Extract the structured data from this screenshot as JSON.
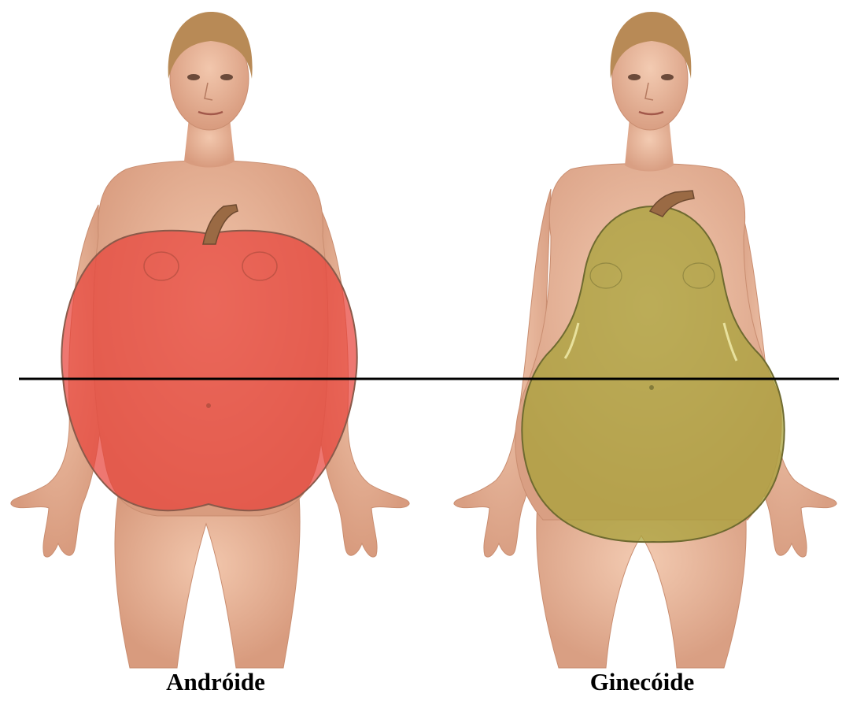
{
  "figures": [
    {
      "id": "android",
      "label": "Andróide",
      "shape": "apple",
      "overlay_color": "#e8433a",
      "stem_color": "#9a6a44"
    },
    {
      "id": "gynoid",
      "label": "Ginecóide",
      "shape": "pear",
      "overlay_color": "#a8a23a",
      "stem_color": "#9a6a44"
    }
  ],
  "colors": {
    "skin": "#eab79b",
    "skin_shadow": "#d69a7c",
    "hair": "#b88a56",
    "reference_line": "#000000",
    "background": "#ffffff"
  }
}
